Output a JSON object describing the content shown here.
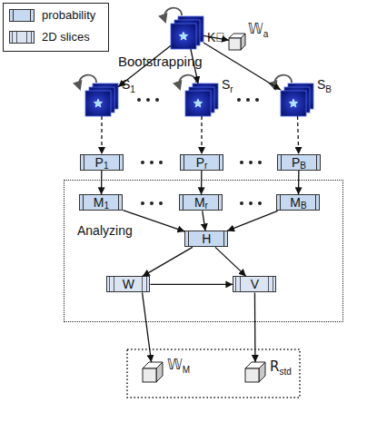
{
  "diagram": {
    "nodes": [
      {
        "text": [
          "K⃗"
        ]
      },
      {
        "text": [
          "𝕎",
          "a"
        ]
      },
      {
        "text": [
          "S",
          "1"
        ]
      },
      {
        "text": [
          "S",
          "r"
        ]
      },
      {
        "text": [
          "S",
          "B"
        ]
      },
      {
        "text": [
          "P",
          "1"
        ]
      },
      {
        "text": [
          "P",
          "r"
        ]
      },
      {
        "text": [
          "P",
          "B"
        ]
      },
      {
        "text": [
          "Analyzing"
        ]
      },
      {
        "text": [
          "M",
          "1"
        ],
        "in": 8
      },
      {
        "text": [
          "M",
          "r"
        ],
        "in": 8
      },
      {
        "text": [
          "M",
          "B"
        ],
        "in": 8
      },
      {
        "text": [
          "H"
        ],
        "in": 8
      },
      {
        "text": [
          "W"
        ],
        "in": 8
      },
      {
        "text": [
          "V"
        ],
        "in": 8
      },
      {
        "text": [
          "𝕎",
          "M"
        ]
      },
      {
        "text": [
          "R",
          "std"
        ]
      }
    ],
    "edges": [
      {
        "from": 0,
        "to": 1,
        "arrow": "to"
      },
      {
        "from": 0,
        "to": 2,
        "arrow": "to"
      },
      {
        "from": 0,
        "to": 3,
        "arrow": "to"
      },
      {
        "from": 0,
        "to": 4,
        "arrow": "to"
      },
      {
        "from": 2,
        "to": 5,
        "arrow": "to"
      },
      {
        "from": 3,
        "to": 6,
        "arrow": "to"
      },
      {
        "from": 4,
        "to": 7,
        "arrow": "to"
      },
      {
        "from": 5,
        "to": 9,
        "arrow": "to"
      },
      {
        "from": 6,
        "to": 10,
        "arrow": "to"
      },
      {
        "from": 7,
        "to": 11,
        "arrow": "to"
      },
      {
        "from": 9,
        "to": 12,
        "arrow": "to"
      },
      {
        "from": 10,
        "to": 12,
        "arrow": "to"
      },
      {
        "from": 11,
        "to": 12,
        "arrow": "to"
      },
      {
        "from": 12,
        "to": 13,
        "arrow": "to"
      },
      {
        "from": 12,
        "to": 14,
        "arrow": "to"
      },
      {
        "from": 13,
        "to": 14,
        "arrow": "to"
      },
      {
        "from": 13,
        "to": 15,
        "arrow": "to"
      },
      {
        "from": 14,
        "to": 16,
        "arrow": "to"
      }
    ],
    "labels": [
      "Bootstrapping"
    ],
    "legend": [
      {
        "text": "probability",
        "color": "#c6d9f0"
      },
      {
        "text": "2D slices",
        "color": "#dbe5f1"
      }
    ]
  }
}
